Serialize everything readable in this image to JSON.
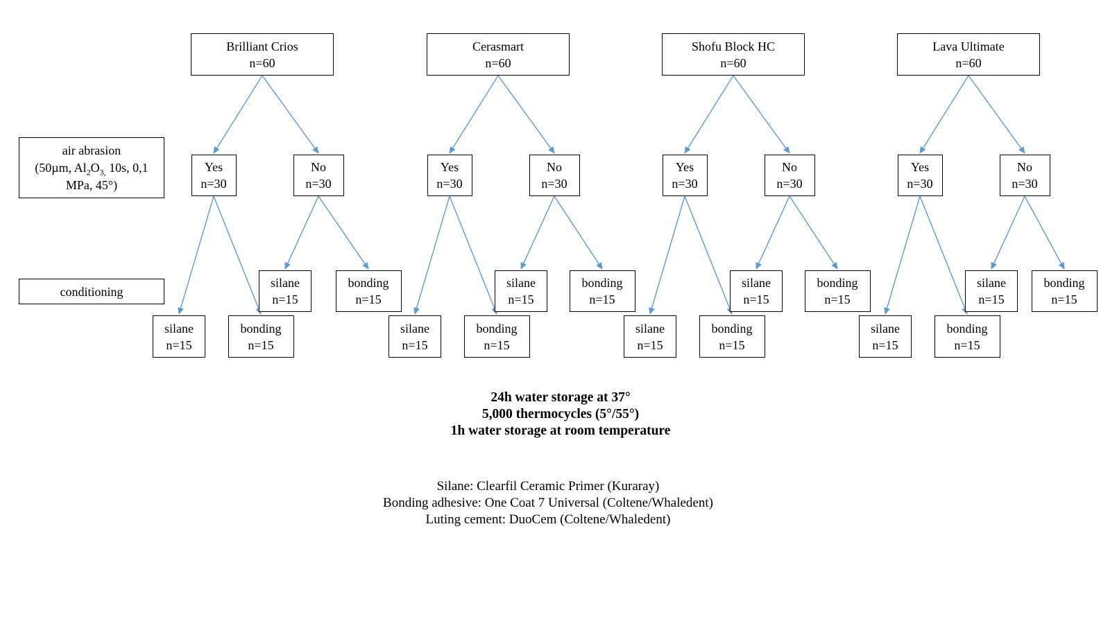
{
  "diagram": {
    "arrow_color": "#5b9bd5",
    "box_border_color": "#000000",
    "row_labels": {
      "air_abrasion": {
        "line1": "air abrasion",
        "line2_pre": "(50µm, Al",
        "line2_sub1": "2",
        "line2_mid": "O",
        "line2_sub2": "3,",
        "line2_post": " 10s, 0,1",
        "line3": "MPa, 45°)"
      },
      "conditioning": "conditioning"
    },
    "groups": [
      {
        "name": "Brilliant Crios",
        "n": "n=60",
        "yes": {
          "label": "Yes",
          "n": "n=30"
        },
        "no": {
          "label": "No",
          "n": "n=30"
        },
        "yes_silane": {
          "label": "silane",
          "n": "n=15"
        },
        "yes_bonding": {
          "label": "bonding",
          "n": "n=15"
        },
        "no_silane": {
          "label": "silane",
          "n": "n=15"
        },
        "no_bonding": {
          "label": "bonding",
          "n": "n=15"
        }
      },
      {
        "name": "Cerasmart",
        "n": "n=60",
        "yes": {
          "label": "Yes",
          "n": "n=30"
        },
        "no": {
          "label": "No",
          "n": "n=30"
        },
        "yes_silane": {
          "label": "silane",
          "n": "n=15"
        },
        "yes_bonding": {
          "label": "bonding",
          "n": "n=15"
        },
        "no_silane": {
          "label": "silane",
          "n": "n=15"
        },
        "no_bonding": {
          "label": "bonding",
          "n": "n=15"
        }
      },
      {
        "name": "Shofu Block HC",
        "n": "n=60",
        "yes": {
          "label": "Yes",
          "n": "n=30"
        },
        "no": {
          "label": "No",
          "n": "n=30"
        },
        "yes_silane": {
          "label": "silane",
          "n": "n=15"
        },
        "yes_bonding": {
          "label": "bonding",
          "n": "n=15"
        },
        "no_silane": {
          "label": "silane",
          "n": "n=15"
        },
        "no_bonding": {
          "label": "bonding",
          "n": "n=15"
        }
      },
      {
        "name": "Lava Ultimate",
        "n": "n=60",
        "yes": {
          "label": "Yes",
          "n": "n=30"
        },
        "no": {
          "label": "No",
          "n": "n=30"
        },
        "yes_silane": {
          "label": "silane",
          "n": "n=15"
        },
        "yes_bonding": {
          "label": "bonding",
          "n": "n=15"
        },
        "no_silane": {
          "label": "silane",
          "n": "n=15"
        },
        "no_bonding": {
          "label": "bonding",
          "n": "n=15"
        }
      }
    ],
    "storage_note": [
      "24h water storage at 37°",
      "5,000 thermocycles (5°/55°)",
      "1h water storage at room temperature"
    ],
    "materials_note": [
      "Silane: Clearfil Ceramic Primer (Kuraray)",
      "Bonding adhesive: One Coat 7 Universal (Coltene/Whaledent)",
      "Luting cement: DuoCem (Coltene/Whaledent)"
    ]
  }
}
